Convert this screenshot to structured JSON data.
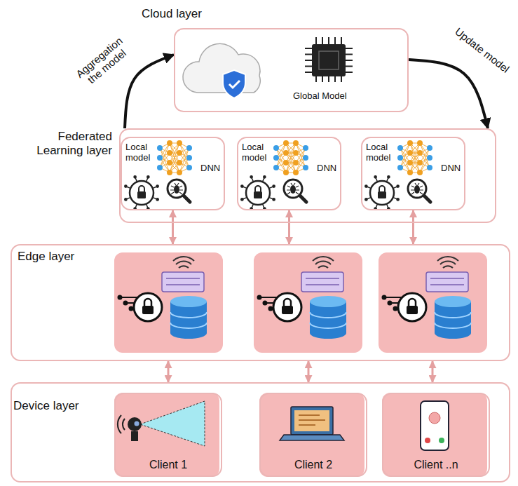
{
  "diagram": {
    "nodes": [
      {
        "text": [
          "Cloud layer",
          "Global Model"
        ]
      },
      {
        "text": [
          "Federated Learning layer"
        ]
      },
      {
        "text": [
          "Local model",
          "DNN"
        ],
        "in": 1
      },
      {
        "text": [
          "Local model",
          "DNN"
        ],
        "in": 1
      },
      {
        "text": [
          "Local model",
          "DNN"
        ],
        "in": 1
      },
      {
        "text": [
          "Edge layer"
        ]
      },
      {
        "text": [
          "Device layer"
        ]
      },
      {
        "text": [
          "Client 1"
        ],
        "in": 6
      },
      {
        "text": [
          "Client 2"
        ],
        "in": 6
      },
      {
        "text": [
          "Client ..n"
        ],
        "in": 6
      }
    ],
    "edges": [
      {
        "from": 1,
        "to": 0,
        "label": "Aggregation the model",
        "arrow": "to"
      },
      {
        "from": 0,
        "to": 1,
        "label": "Update model",
        "arrow": "to"
      },
      {
        "from": 2,
        "to": 5,
        "arrow": "both"
      },
      {
        "from": 3,
        "to": 5,
        "arrow": "both"
      },
      {
        "from": 4,
        "to": 5,
        "arrow": "both"
      },
      {
        "from": 5,
        "to": 6,
        "arrow": "both"
      },
      {
        "from": 5,
        "to": 6,
        "arrow": "both"
      },
      {
        "from": 5,
        "to": 6,
        "arrow": "both"
      }
    ]
  }
}
